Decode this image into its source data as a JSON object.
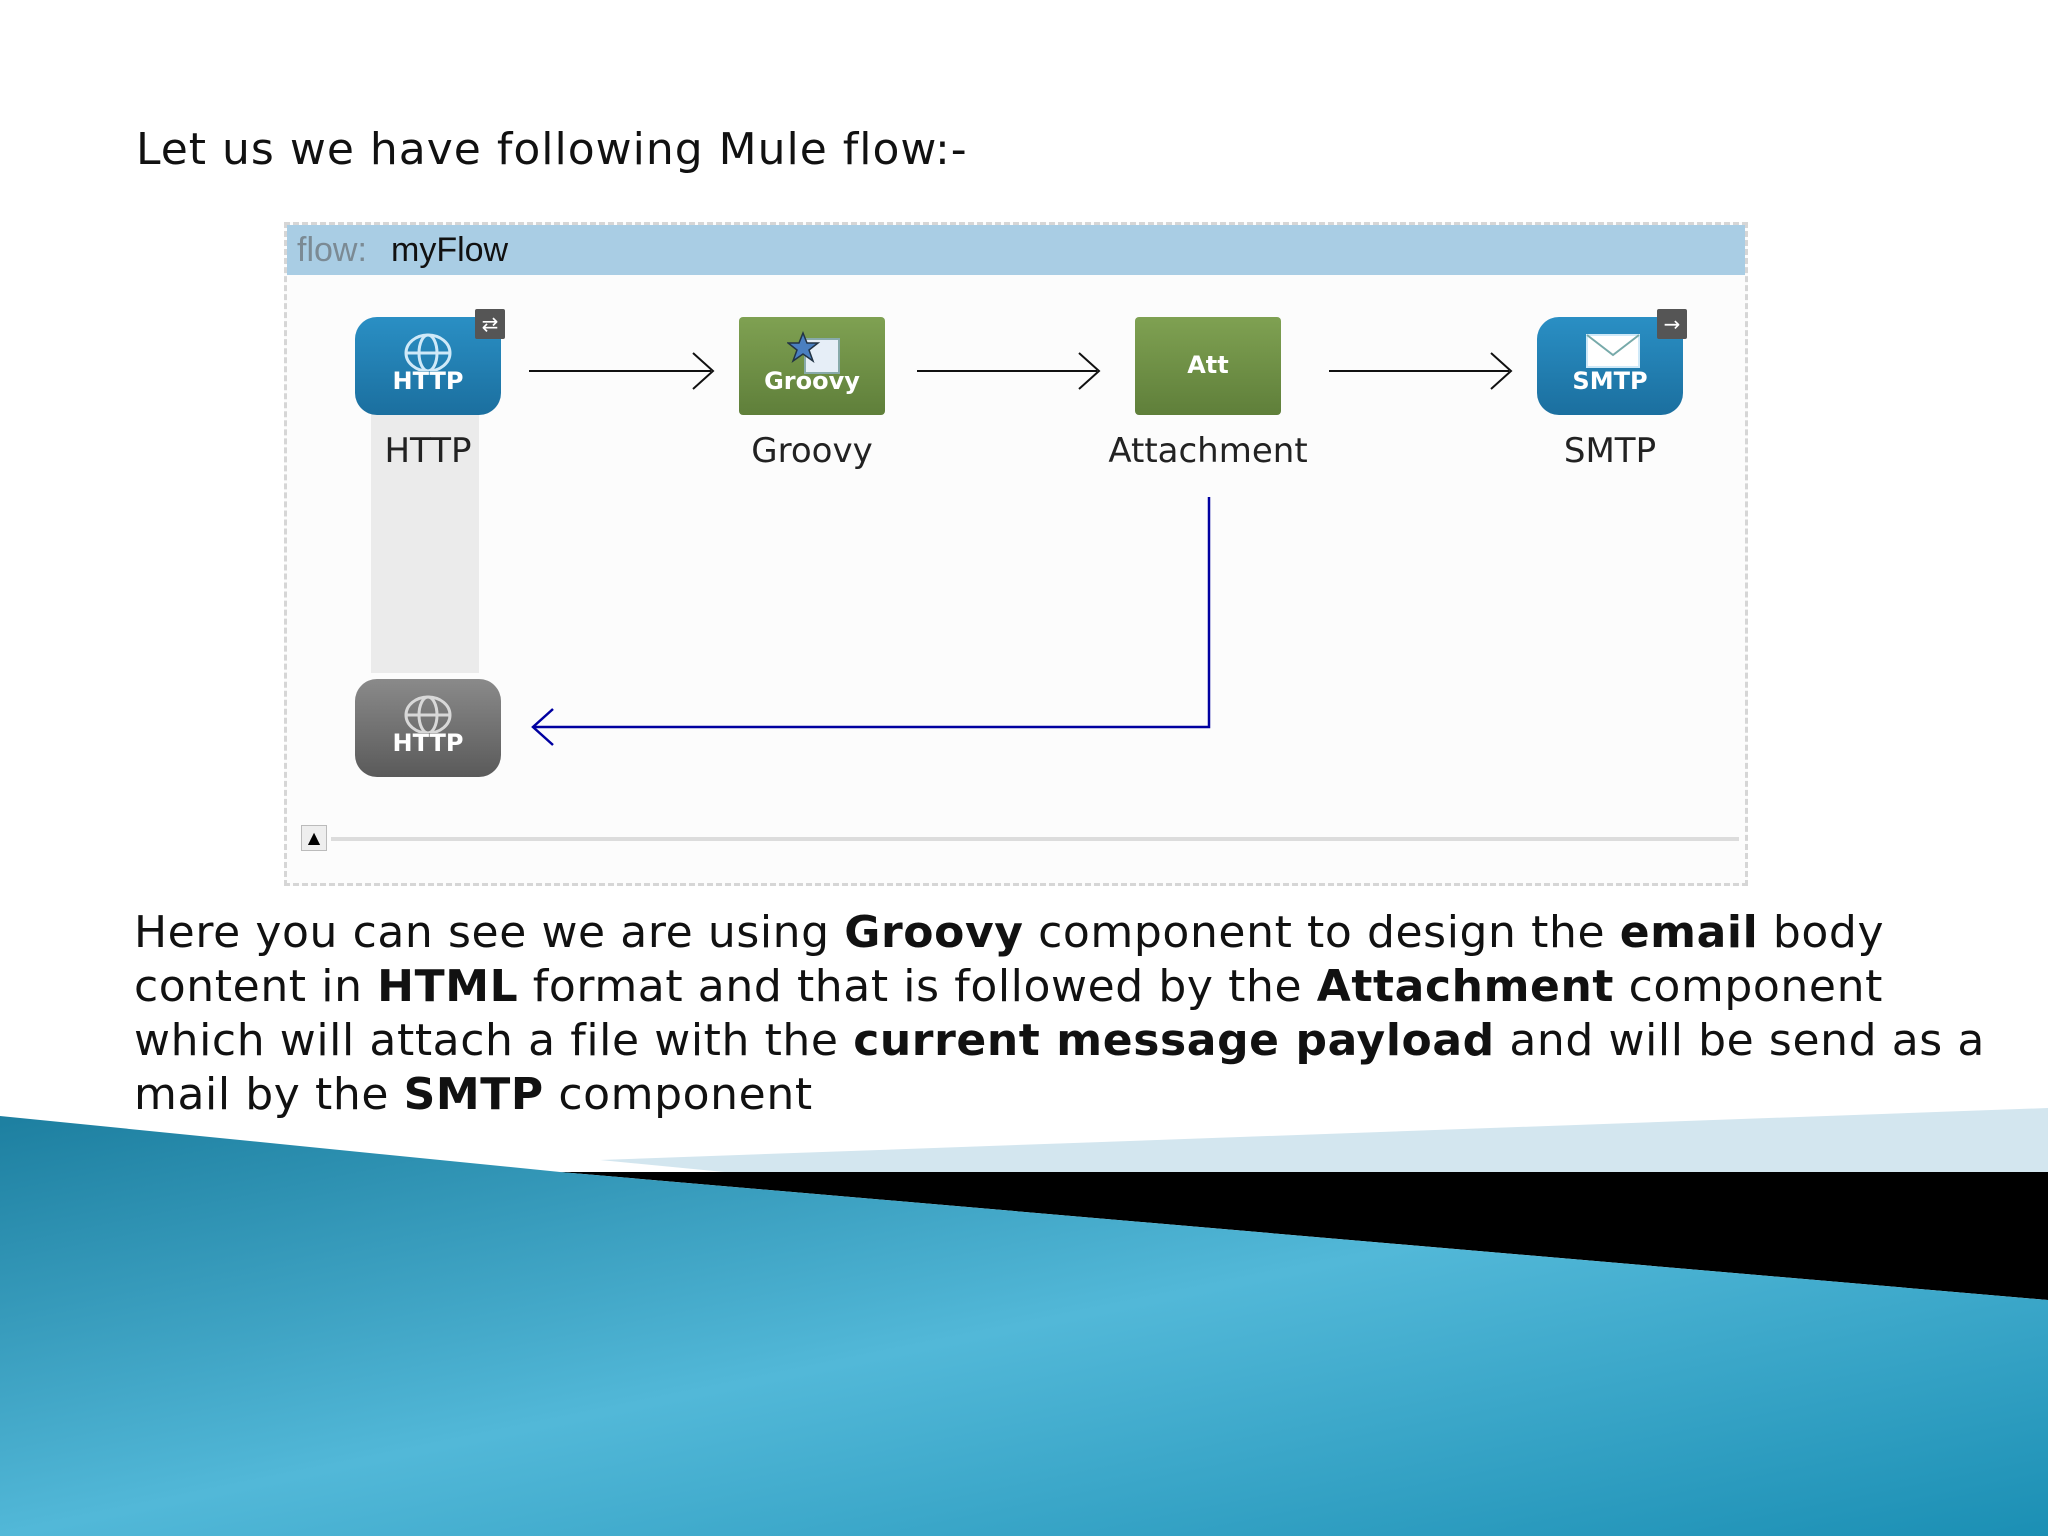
{
  "intro_text": "Let us we have following Mule flow:-",
  "flow": {
    "keyword": "flow:",
    "name": "myFlow",
    "nodes": [
      {
        "id": "http",
        "icon_text": "HTTP",
        "label": "HTTP"
      },
      {
        "id": "groovy",
        "icon_text": "Groovy",
        "label": "Groovy"
      },
      {
        "id": "att",
        "icon_text": "Att",
        "label": "Attachment"
      },
      {
        "id": "smtp",
        "icon_text": "SMTP",
        "label": "SMTP"
      },
      {
        "id": "http-response",
        "icon_text": "HTTP"
      }
    ],
    "badges": {
      "http": "⇄",
      "smtp": "→"
    },
    "colors": {
      "http_blue": "#1b6f9f",
      "component_green": "#6b8c45",
      "response_arrow": "#0000a0"
    }
  },
  "description": {
    "parts": [
      {
        "t": "Here you can see we are using ",
        "b": false
      },
      {
        "t": "Groovy",
        "b": true
      },
      {
        "t": " component to design the ",
        "b": false
      },
      {
        "t": "email",
        "b": true
      },
      {
        "t": " body content in ",
        "b": false
      },
      {
        "t": "HTML",
        "b": true
      },
      {
        "t": " format and that is followed by the ",
        "b": false
      },
      {
        "t": "Attachment",
        "b": true
      },
      {
        "t": " component which will attach a file with the ",
        "b": false
      },
      {
        "t": "current message payload",
        "b": true
      },
      {
        "t": " and will be send as a mail by the ",
        "b": false
      },
      {
        "t": "SMTP",
        "b": true
      },
      {
        "t": " component",
        "b": false
      }
    ]
  }
}
